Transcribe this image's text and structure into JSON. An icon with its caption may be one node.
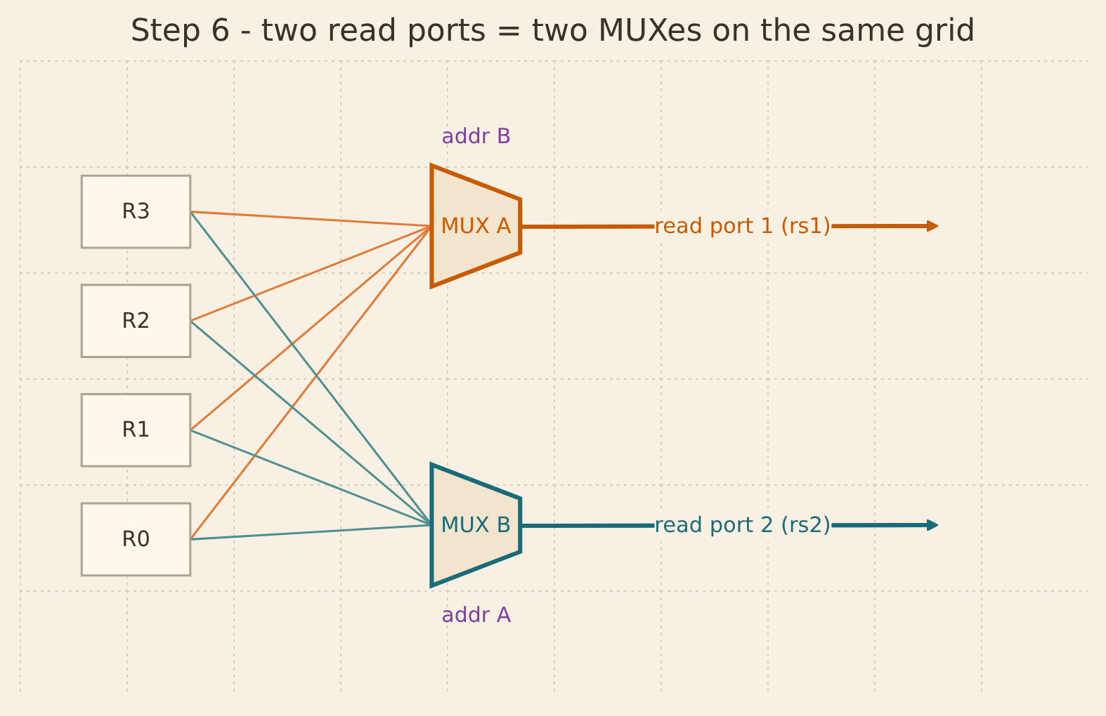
{
  "diagram": {
    "title": "Step 6 - two read ports = two MUXes on the same grid",
    "nodes": [
      {
        "text": [
          "R3"
        ]
      },
      {
        "text": [
          "R2"
        ]
      },
      {
        "text": [
          "R1"
        ]
      },
      {
        "text": [
          "R0"
        ]
      },
      {
        "text": [
          "MUX A"
        ],
        "beside": [
          "addr B"
        ]
      },
      {
        "text": [
          "MUX B"
        ],
        "beside": [
          "addr A"
        ]
      }
    ],
    "edges": [
      {
        "from": 0,
        "to": 4,
        "arrow": "none",
        "color": "#e07b3a"
      },
      {
        "from": 1,
        "to": 4,
        "arrow": "none",
        "color": "#e07b3a"
      },
      {
        "from": 2,
        "to": 4,
        "arrow": "none",
        "color": "#e07b3a"
      },
      {
        "from": 3,
        "to": 4,
        "arrow": "none",
        "color": "#e07b3a"
      },
      {
        "from": 0,
        "to": 5,
        "arrow": "none",
        "color": "#4f8f92"
      },
      {
        "from": 1,
        "to": 5,
        "arrow": "none",
        "color": "#4f8f92"
      },
      {
        "from": 2,
        "to": 5,
        "arrow": "none",
        "color": "#4f8f92"
      },
      {
        "from": 3,
        "to": 5,
        "arrow": "none",
        "color": "#4f8f92"
      },
      {
        "from": 4,
        "to": null,
        "arrow": "to",
        "label": "read port 1 (rs1)",
        "style": "thick",
        "color": "#c85a00"
      },
      {
        "from": 5,
        "to": null,
        "arrow": "to",
        "label": "read port 2 (rs2)",
        "style": "thick",
        "color": "#1a6b7a"
      }
    ]
  }
}
